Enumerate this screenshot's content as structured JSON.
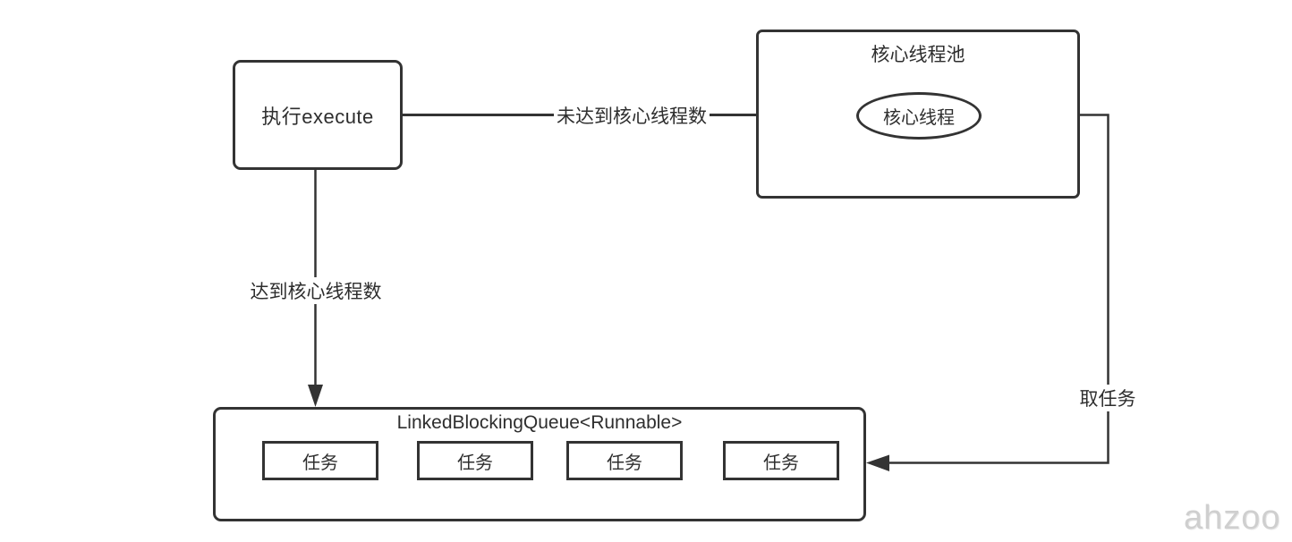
{
  "diagram": {
    "execute_box": {
      "label": "执行execute"
    },
    "core_pool_box": {
      "title": "核心线程池",
      "core_thread": {
        "label": "核心线程"
      }
    },
    "queue_box": {
      "title": "LinkedBlockingQueue<Runnable>",
      "tasks": [
        "任务",
        "任务",
        "任务",
        "任务"
      ]
    },
    "edges": {
      "to_core_pool": {
        "label": "未达到核心线程数"
      },
      "to_queue": {
        "label": "达到核心线程数"
      },
      "take_task": {
        "label": "取任务"
      }
    },
    "watermark": "ahzoo",
    "colors": {
      "stroke": "#333333",
      "text": "#2e2e2e",
      "watermark": "#cfcfcf",
      "background": "#ffffff"
    }
  }
}
